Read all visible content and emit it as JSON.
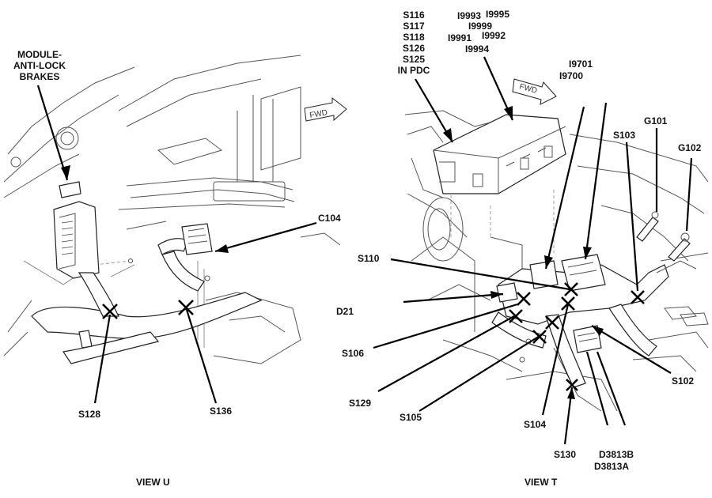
{
  "views": {
    "u": {
      "title": "VIEW U",
      "labels": {
        "module": [
          "MODULE-",
          "ANTI-LOCK",
          "BRAKES"
        ],
        "c104": "C104",
        "s128": "S128",
        "s136": "S136"
      },
      "fwd": "FWD"
    },
    "t": {
      "title": "VIEW T",
      "labels": {
        "pdc": [
          "S116",
          "S117",
          "S118",
          "S126",
          "S125",
          "IN PDC"
        ],
        "i9993": "I9993",
        "i9995": "I9995",
        "i9999": "I9999",
        "i9991": "I9991",
        "i9992": "I9992",
        "i9994": "I9994",
        "i9701": "I9701",
        "i9700": "I9700",
        "g101": "G101",
        "s103": "S103",
        "g102": "G102",
        "s110": "S110",
        "d21": "D21",
        "s106": "S106",
        "s129": "S129",
        "s105": "S105",
        "s104": "S104",
        "s130": "S130",
        "s102": "S102",
        "d3813b": "D3813B",
        "d3813a": "D3813A"
      },
      "fwd": "FWD"
    }
  },
  "icons": {
    "splice_marker": "x-mark",
    "direction_marker": "fwd-arrow"
  }
}
